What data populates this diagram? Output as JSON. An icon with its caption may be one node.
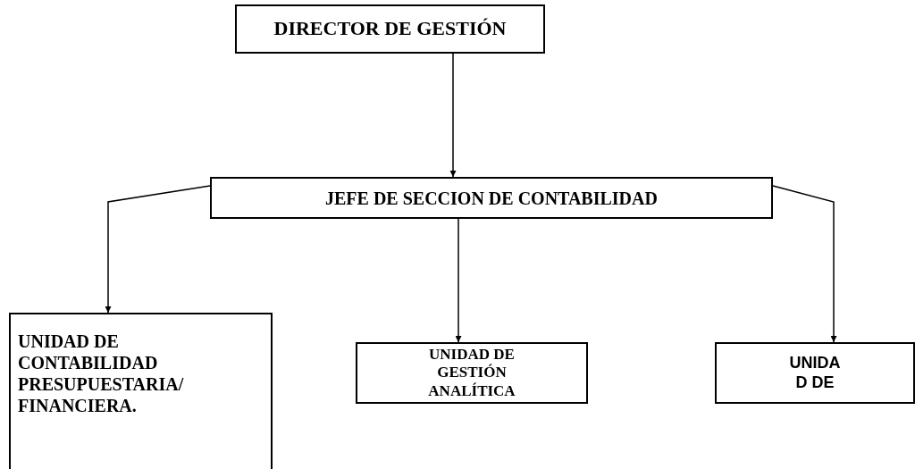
{
  "diagram": {
    "nodes": [
      {
        "text": [
          "DIRECTOR DE GESTIÓN"
        ]
      },
      {
        "text": [
          "JEFE DE SECCION DE CONTABILIDAD"
        ]
      },
      {
        "text": [
          "UNIDAD DE CONTABILIDAD PRESUPUESTARIA/ FINANCIERA."
        ]
      },
      {
        "text": [
          "UNIDAD DE GESTIÓN ANALÍTICA"
        ]
      },
      {
        "text": [
          "UNIDA D DE"
        ]
      }
    ],
    "edges": [
      {
        "from": 0,
        "to": 1,
        "arrow": "to"
      },
      {
        "from": 1,
        "to": 2,
        "arrow": "to"
      },
      {
        "from": 1,
        "to": 3,
        "arrow": "to"
      },
      {
        "from": 1,
        "to": 4,
        "arrow": "to"
      }
    ]
  }
}
